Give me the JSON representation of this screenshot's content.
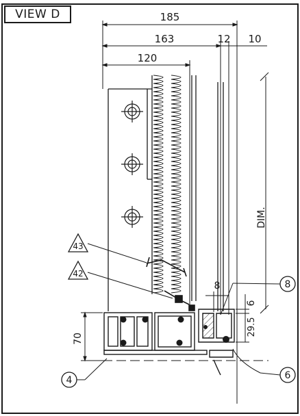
{
  "view_title": "VIEW D",
  "dimensions": {
    "overall_width": "185",
    "width_163": "163",
    "width_120": "120",
    "gap_12": "12",
    "gap_10": "10",
    "height_dim": "DIM.",
    "height_70": "70",
    "width_8": "8",
    "height_6": "6",
    "height_29_5": "29.5"
  },
  "callouts": {
    "triangle_top": "43",
    "triangle_bottom": "42",
    "circle_right_top": "8",
    "circle_right_bottom": "6",
    "circle_left": "4"
  },
  "colors": {
    "ink": "#1a1a1a",
    "paper": "#ffffff"
  }
}
